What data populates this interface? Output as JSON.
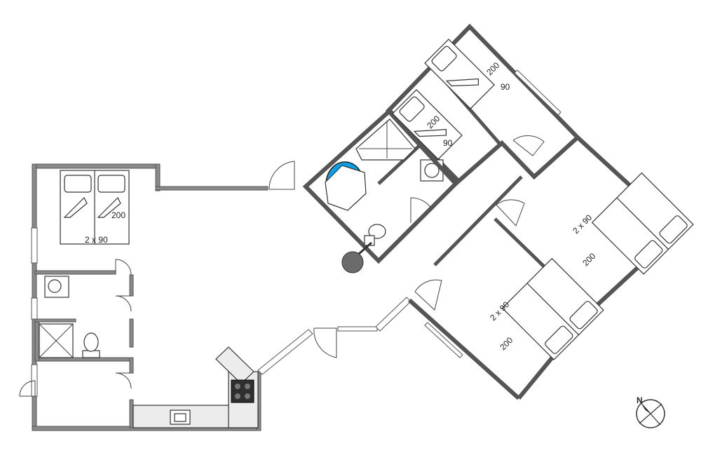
{
  "floorplan": {
    "bedroom_left": {
      "bed_length": "200",
      "bed_width": "2 x 90"
    },
    "bedroom_top_1": {
      "bed_length": "200",
      "bed_width": "90"
    },
    "bedroom_top_2": {
      "bed_length": "200",
      "bed_width": "90"
    },
    "bedroom_right_1": {
      "bed_length": "200",
      "bed_width": "2 x 90"
    },
    "bedroom_right_2": {
      "bed_length": "200",
      "bed_width": "2 x 90"
    },
    "compass_label": "N",
    "colors": {
      "wall": "#8a8a8a",
      "spa_bath": "#0aa0e6",
      "stove": "#2f2f2f",
      "counter": "#ececec"
    }
  }
}
